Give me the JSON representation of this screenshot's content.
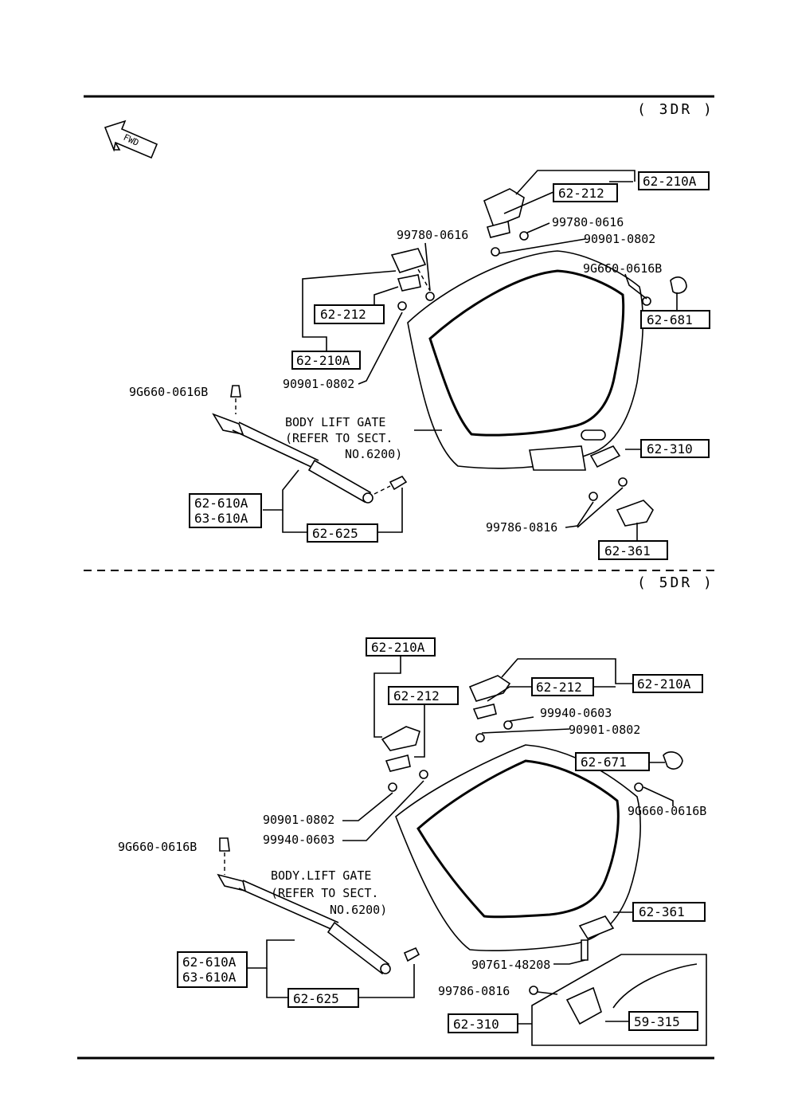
{
  "sections": [
    {
      "title": "( 3DR )",
      "fwd_label": "FWD",
      "body_note": [
        "BODY LIFT GATE",
        "(REFER TO SECT.",
        "NO.6200)"
      ],
      "labels": [
        "99780-0616",
        "99780-0616",
        "90901-0802",
        "9G660-0616B",
        "90901-0802",
        "9G660-0616B",
        "99786-0816"
      ],
      "boxes": [
        "62-210A",
        "62-212",
        "62-212",
        "62-210A",
        "62-681",
        "62-310",
        "62-610A",
        "63-610A",
        "62-625",
        "62-361"
      ]
    },
    {
      "title": "( 5DR )",
      "body_note": [
        "BODY.LIFT GATE",
        "(REFER TO SECT.",
        "NO.6200)"
      ],
      "labels": [
        "99940-0603",
        "90901-0802",
        "9G660-0616B",
        "90901-0802",
        "99940-0603",
        "9G660-0616B",
        "90761-48208",
        "99786-0816"
      ],
      "boxes": [
        "62-210A",
        "62-212",
        "62-212",
        "62-210A",
        "62-671",
        "62-361",
        "62-610A",
        "63-610A",
        "62-625",
        "62-310",
        "59-315"
      ]
    }
  ]
}
